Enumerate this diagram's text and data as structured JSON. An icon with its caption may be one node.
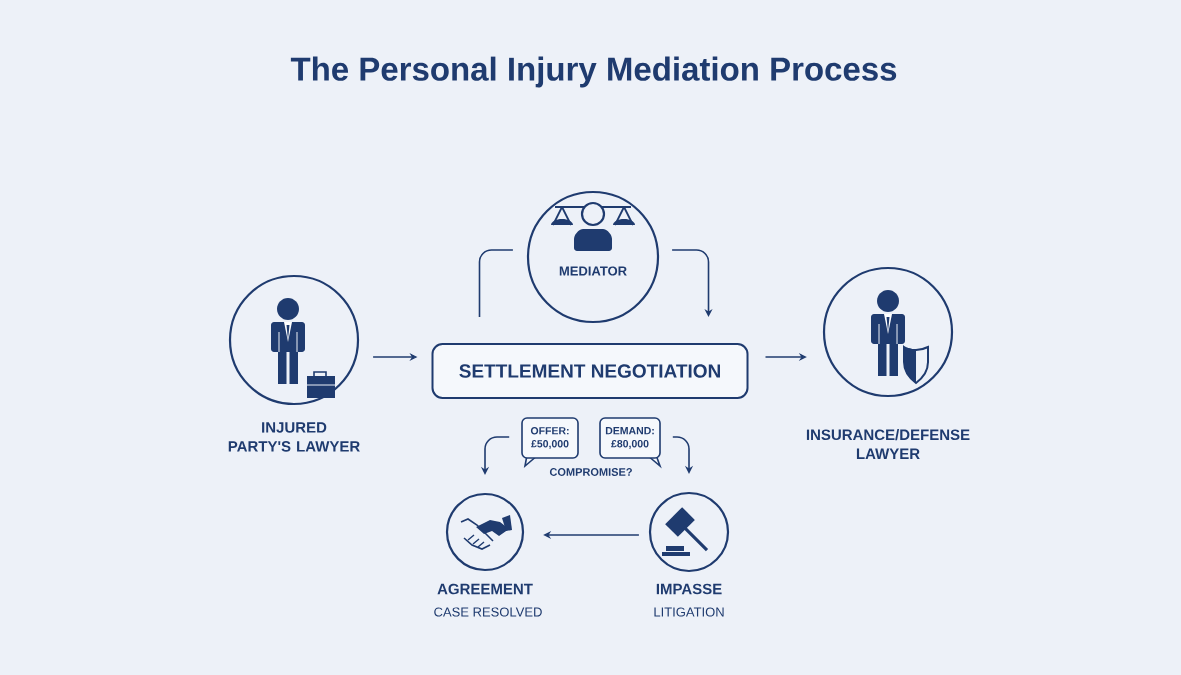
{
  "diagram": {
    "title": "The Personal Injury Mediation Process",
    "nodes": [
      {
        "text": [
          "INJURED PARTY'S LAWYER"
        ]
      },
      {
        "text": [
          "MEDIATOR"
        ]
      },
      {
        "text": [
          "SETTLEMENT NEGOTIATION"
        ]
      },
      {
        "text": [
          "INSURANCE/DEFENSE LAWYER"
        ]
      },
      {
        "text": [
          "OFFER: £50,000"
        ]
      },
      {
        "text": [
          "DEMAND: £80,000"
        ]
      },
      {
        "text": [
          "AGREEMENT",
          "CASE RESOLVED"
        ]
      },
      {
        "text": [
          "IMPASSE",
          "LITIGATION"
        ]
      }
    ],
    "edges": [
      {
        "from": 0,
        "to": 2,
        "arrow": "to"
      },
      {
        "from": 2,
        "to": 3,
        "arrow": "to"
      },
      {
        "from": 2,
        "to": 1,
        "arrow": "none"
      },
      {
        "from": 1,
        "to": 2,
        "arrow": "to"
      },
      {
        "from": 4,
        "to": 6,
        "arrow": "to"
      },
      {
        "from": 5,
        "to": 7,
        "arrow": "to"
      },
      {
        "from": 7,
        "to": 6,
        "arrow": "to"
      }
    ],
    "labels": [
      "COMPROMISE?"
    ]
  }
}
